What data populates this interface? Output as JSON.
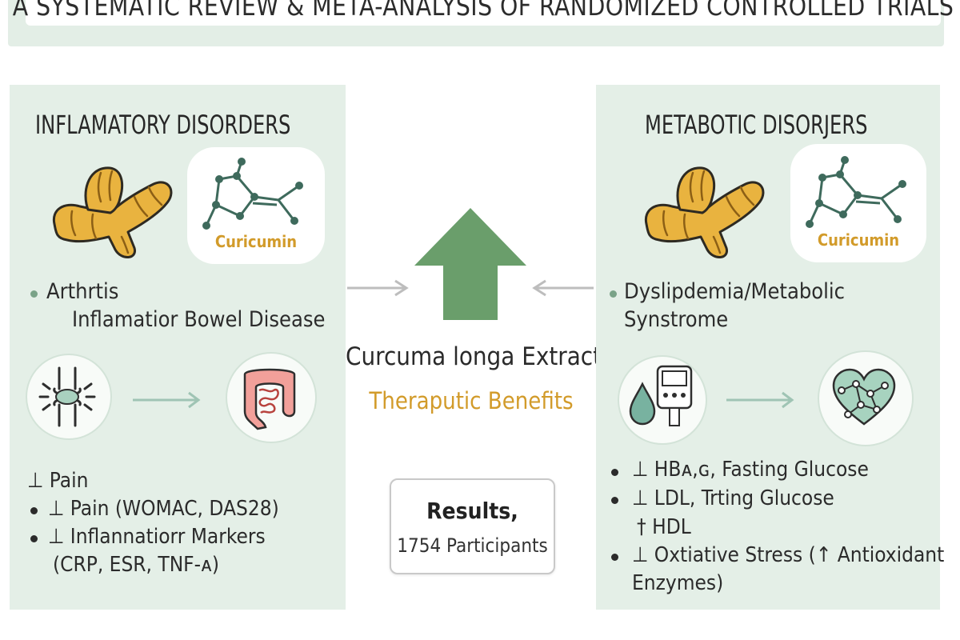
{
  "header": {
    "subtitle": "A SYSTEMATIC REVIEW & META-ANALYSIS OF RANDOMIZED CONTROLLED TRIALS"
  },
  "left_panel": {
    "heading": "INFLAMATORY DISORDERS",
    "molecule_label": "Curicumin",
    "conditions": [
      "Arthrtis",
      "Inflamatior Bowel Disease"
    ],
    "outcomes": {
      "line1": "⊥ Pain",
      "line2": "⊥ Pain (WOMAC, DAS28)",
      "line3": "⊥ Inflannatiorr Markers",
      "line4": "(CRP, ESR, TNF-ᴀ)"
    }
  },
  "center": {
    "title": "Curcuma longa Extracts",
    "subtitle": "Theraputic Benefits",
    "results_title": "Results,",
    "results_count": "1754 Participants"
  },
  "right_panel": {
    "heading": "METABOTIC DISORJERS",
    "molecule_label": "Curicumin",
    "conditions": [
      "Dyslipdemia/Metabolic",
      "Synstrome"
    ],
    "outcomes": {
      "line1": "⊥ HBᴀ,ɢ, Fasting Glucose",
      "line2": "⊥ LDL, Trting Glucose",
      "line3": "† HDL",
      "line4": "⊥ Oxtiative Stress (↑ Antioxidant",
      "line5": "Enzymes)"
    }
  },
  "colors": {
    "panel_bg": "#e4efe7",
    "accent_gold": "#d29b2a",
    "arrow_green": "#6a9e6b",
    "turmeric": "#e9b33f",
    "molecule_teal": "#3e6a5c"
  },
  "icons": [
    "turmeric-root-icon",
    "curcumin-molecule-icon",
    "joint-icon",
    "intestine-icon",
    "up-arrow-icon",
    "blood-drop-icon",
    "glucose-meter-icon",
    "heart-network-icon"
  ]
}
